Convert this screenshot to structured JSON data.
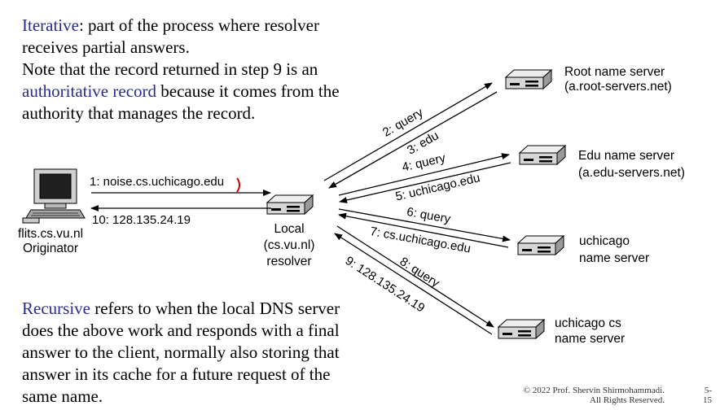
{
  "top_text": {
    "term": "Iterative",
    "line1_rest": ": part of the process where resolver receives partial answers.",
    "line2_pre": "Note that the record returned in step 9 is an ",
    "line2_term": "authoritative record",
    "line2_post": " because it comes from the authority that manages the record."
  },
  "bottom_text": {
    "term": "Recursive",
    "rest": " refers to when the local DNS server does the above work and responds with a final answer to the client, normally also storing that answer in its cache for a future request of the same name."
  },
  "originator": {
    "name": "flits.cs.vu.nl",
    "role": "Originator"
  },
  "resolver": {
    "line1": "Local",
    "line2": "(cs.vu.nl)",
    "line3": "resolver"
  },
  "servers": {
    "root": {
      "line1": "Root name server",
      "line2": "(a.root-servers.net)"
    },
    "edu": {
      "line1": "Edu name server",
      "line2": "(a.edu-servers.net)"
    },
    "uchicago": {
      "line1": "uchicago",
      "line2": "name server"
    },
    "uchicago_cs": {
      "line1": "uchicago cs",
      "line2": "name server"
    }
  },
  "steps": {
    "s1": "1: noise.cs.uchicago.edu",
    "s2": "2: query",
    "s3": "3: edu",
    "s4": "4: query",
    "s5": "5: uchicago.edu",
    "s6": "6: query",
    "s7": "7: cs.uchicago.edu",
    "s8": "8: query",
    "s9": "9: 128.135.24.19",
    "s10": "10: 128.135.24.19"
  },
  "footer": {
    "copyright_line1": "© 2022 Prof. Shervin Shirmohammadi.",
    "copyright_line2": "All Rights Reserved.",
    "slide_line1": "5-",
    "slide_line2": "15"
  },
  "colors": {
    "accent": "#2b2b8c",
    "server_body": "#d6d6d6",
    "cursor_mark": "#cc0000"
  }
}
